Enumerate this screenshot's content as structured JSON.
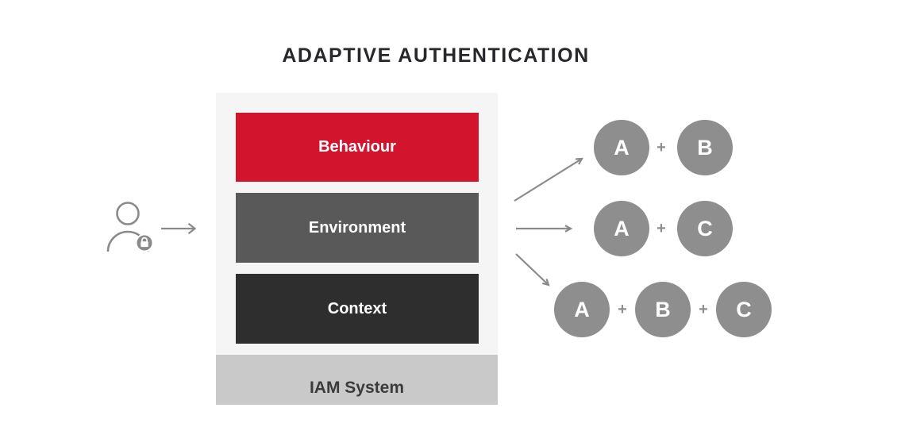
{
  "title": "ADAPTIVE AUTHENTICATION",
  "stack": {
    "layers": [
      {
        "label": "Behaviour"
      },
      {
        "label": "Environment"
      },
      {
        "label": "Context"
      }
    ],
    "base_label": "IAM System"
  },
  "combinations": [
    {
      "factors": [
        "A",
        "B"
      ]
    },
    {
      "factors": [
        "A",
        "C"
      ]
    },
    {
      "factors": [
        "A",
        "B",
        "C"
      ]
    }
  ],
  "plus": "+",
  "icons": {
    "user": "user-lock-icon",
    "lock_badge": "lock-icon",
    "flow_arrow": "arrow-right-icon",
    "fan_arrows": [
      "arrow-up-right-icon",
      "arrow-right-icon",
      "arrow-down-right-icon"
    ]
  },
  "colors": {
    "title_text": "#28282c",
    "panel_bg": "#f5f5f6",
    "behaviour_bg": "#d2142d",
    "environment_bg": "#595959",
    "context_bg": "#2e2e2e",
    "iam_bg": "#c9c9c9",
    "iam_text": "#3b3b3b",
    "layer_text": "#ffffff",
    "circle_bg": "#8e8e8e",
    "circle_text": "#ffffff",
    "plus_text": "#8e8e8e",
    "arrow": "#8a8a8a"
  }
}
